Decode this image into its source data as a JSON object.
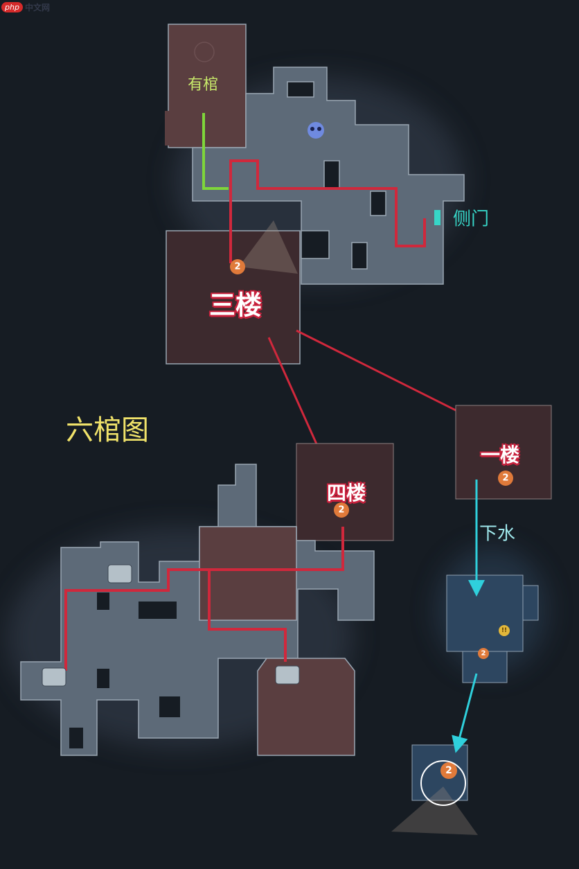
{
  "watermark": {
    "badge": "php",
    "text": "中文网"
  },
  "title": "六棺图",
  "labels": {
    "coffin": "有棺",
    "side_door": "侧门",
    "floor3": "三楼",
    "floor4": "四楼",
    "floor1": "一楼",
    "dive": "下水"
  },
  "markers": {
    "badge_number": "2",
    "alert": "!!"
  },
  "colors": {
    "route": "#d0283c",
    "coffin_path": "#7ed63a",
    "water_path": "#2fd0dc",
    "title": "#f1e36a",
    "coffin_label": "#c7e86a",
    "side_door": "#37d6c8",
    "room_floor": "#5d6a78",
    "room_special": "#4a3236"
  },
  "icons": [
    "skull-boss-icon",
    "chest-icon",
    "fire-badge-icon",
    "door-icon",
    "arrow-icon"
  ]
}
